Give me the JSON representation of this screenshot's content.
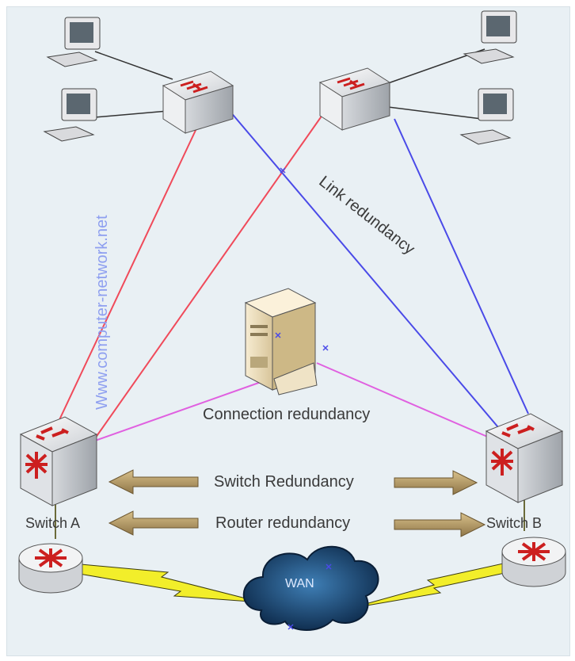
{
  "labels": {
    "watermark": "Www.computer-network.net",
    "link_redundancy": "Link redundancy",
    "connection_redundancy": "Connection redundancy",
    "switch_redundancy": "Switch Redundancy",
    "router_redundancy": "Router redundancy",
    "switch_a": "Switch A",
    "switch_b": "Switch B",
    "wan": "WAN"
  },
  "colors": {
    "background": "#e9f0f4",
    "red_link": "#f04a5a",
    "blue_link": "#4a4ae8",
    "magenta_link": "#e060e0",
    "wan_link": "#f2ee2a",
    "arrow_fill": "#b8a06a",
    "cloud": "#1d4e7c",
    "watermark": "#8e9ff0"
  }
}
